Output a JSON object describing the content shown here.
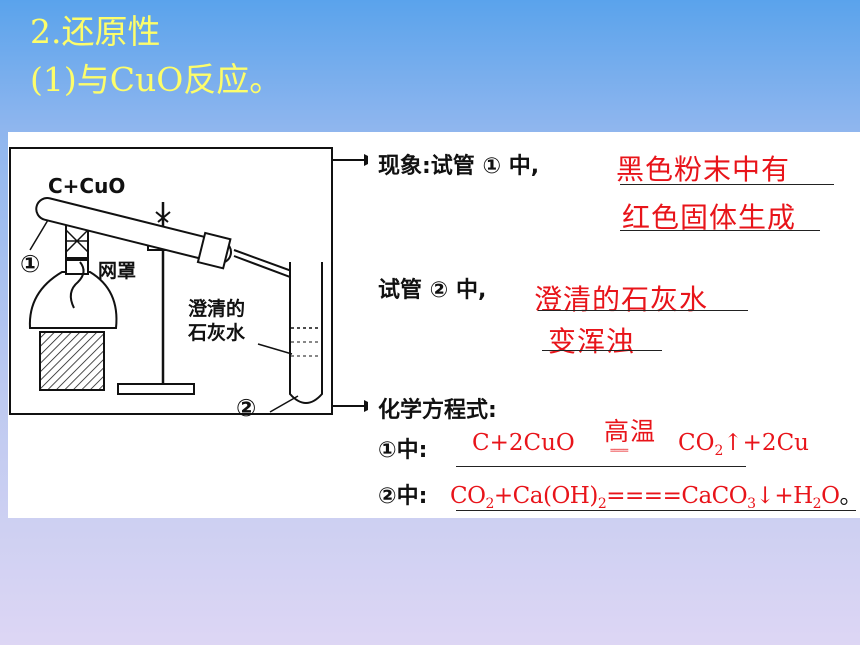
{
  "slide": {
    "title": "2.还原性",
    "subtitle": "(1)与CuO反应。"
  },
  "diagram": {
    "label_reactants": "C+CuO",
    "label_tube1": "①",
    "label_gauze": "网罩",
    "label_limewater_line1": "澄清的",
    "label_limewater_line2": "石灰水",
    "label_tube2": "②"
  },
  "phenomenon": {
    "label": "现象:试管 ① 中,",
    "tube1_answer_line1": "黑色粉末中有",
    "tube1_answer_line2": "红色固体生成",
    "tube2_label": "试管 ② 中,",
    "tube2_answer_line1": "澄清的石灰水",
    "tube2_answer_line2": "变浑浊"
  },
  "equations": {
    "label": "化学方程式:",
    "eq1_label": "①中:",
    "eq1_left": "C+2CuO",
    "eq1_condition": "高温",
    "eq1_sign": "====",
    "eq1_right_co": "CO",
    "eq1_right_sub": "2",
    "eq1_right_rest": "↑+2Cu",
    "eq2_label": "②中:",
    "eq2_a": "CO",
    "eq2_a_sub": "2",
    "eq2_b": "+Ca(OH)",
    "eq2_b_sub": "2",
    "eq2_c": "====CaCO",
    "eq2_c_sub": "3",
    "eq2_d": "↓+H",
    "eq2_d_sub": "2",
    "eq2_e": "O",
    "eq2_end": "。"
  }
}
